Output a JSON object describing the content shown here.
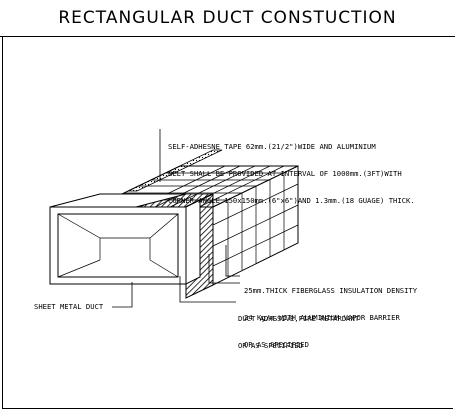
{
  "title": "RECTANGULAR DUCT CONSTUCTION",
  "notes": {
    "tape": [
      "SELF-ADHESNE TAPE 62mm.(21/2\")WIDE AND ALUMINIUM",
      "BELT SHALL BE PROVIDED AT INTERVAL OF 1000mm.(3FT)WITH",
      "CORNER ANGLE 150x150mm.(6\"x6\")AND 1.3mm.(18 GUAGE) THICK."
    ],
    "insulation": [
      "25mm.THICK FIBERGLASS INSULATION DENSITY",
      "24 Kg/m.WITH ALUMINIUM VAPOR BARRIER",
      "OR AS SPECIFIED"
    ],
    "adhesive": [
      "DUCT ADHESIVE,FIRE RETARDANT",
      "OR AS SPECIFIED"
    ],
    "sheet_metal": "SHEET METAL DUCT"
  },
  "colors": {
    "line": "#000000",
    "background": "#ffffff"
  }
}
